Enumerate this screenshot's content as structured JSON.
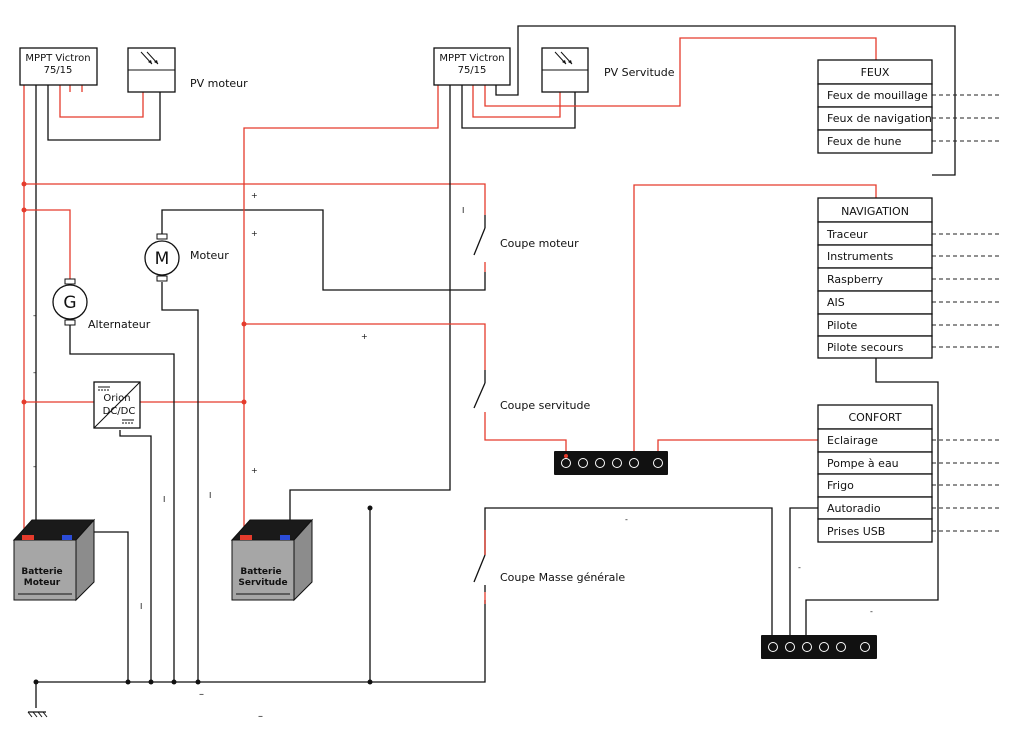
{
  "mppt_left": {
    "line1": "MPPT Victron",
    "line2": "75/15"
  },
  "mppt_right": {
    "line1": "MPPT Victron",
    "line2": "75/15"
  },
  "pv_moteur": "PV moteur",
  "pv_servitude": "PV Servitude",
  "moteur": {
    "symbol": "M",
    "label": "Moteur"
  },
  "alternateur": {
    "symbol": "G",
    "label": "Alternateur"
  },
  "orion": {
    "line1": "Orion",
    "line2": "DC/DC"
  },
  "battery_moteur": {
    "line1": "Batterie",
    "line2": "Moteur"
  },
  "battery_servitude": {
    "line1": "Batterie",
    "line2": "Servitude"
  },
  "switches": {
    "coupe_moteur": "Coupe moteur",
    "coupe_servitude": "Coupe servitude",
    "coupe_masse": "Coupe Masse générale"
  },
  "panels": {
    "feux": {
      "title": "FEUX",
      "items": [
        "Feux de mouillage",
        "Feux de navigation",
        "Feux de hune"
      ]
    },
    "navigation": {
      "title": "NAVIGATION",
      "items": [
        "Traceur",
        "Instruments",
        "Raspberry",
        "AIS",
        "Pilote",
        "Pilote secours"
      ]
    },
    "confort": {
      "title": "CONFORT",
      "items": [
        "Eclairage",
        "Pompe à eau",
        "Frigo",
        "Autoradio",
        "Prises USB"
      ]
    }
  },
  "polarity": {
    "plus": "+",
    "minus": "-",
    "minus_long": "–",
    "bar": "I"
  },
  "colors": {
    "positive": "#e53b2c",
    "negative": "#111111"
  }
}
